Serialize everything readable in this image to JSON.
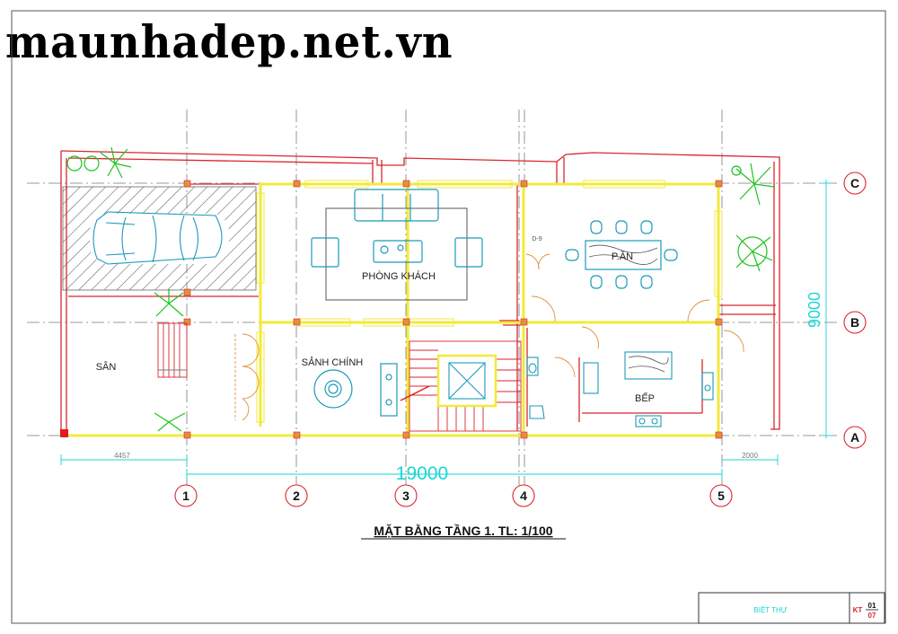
{
  "watermark": "maunhadep.net.vn",
  "drawing_title": "MẶT BẰNG TẦNG 1. TL: 1/100",
  "rooms": {
    "garden": "SÂN",
    "living": "PHÒNG KHÁCH",
    "dining": "P.ĂN",
    "kitchen": "BẾP",
    "lobby": "SẢNH CHÍNH"
  },
  "dimensions": {
    "total_width": "19000",
    "total_depth": "9000",
    "left_offset": "4457",
    "right_offset": "2000",
    "door_tag": "D-9"
  },
  "grid_columns": [
    "1",
    "2",
    "3",
    "4",
    "5"
  ],
  "grid_rows": [
    "C",
    "B",
    "A"
  ],
  "title_block": {
    "project": "BIỆT THỰ",
    "sheet_code": "KT",
    "sheet_no": "01",
    "sheet_total": "07"
  },
  "colors": {
    "wall": "#f2ea3a",
    "boundary": "#d9262c",
    "dimension": "#19d6d6",
    "furniture": "#1b9bb8",
    "plant": "#1fc21f",
    "grid": "#7a7a7a",
    "door": "#e0913c"
  }
}
